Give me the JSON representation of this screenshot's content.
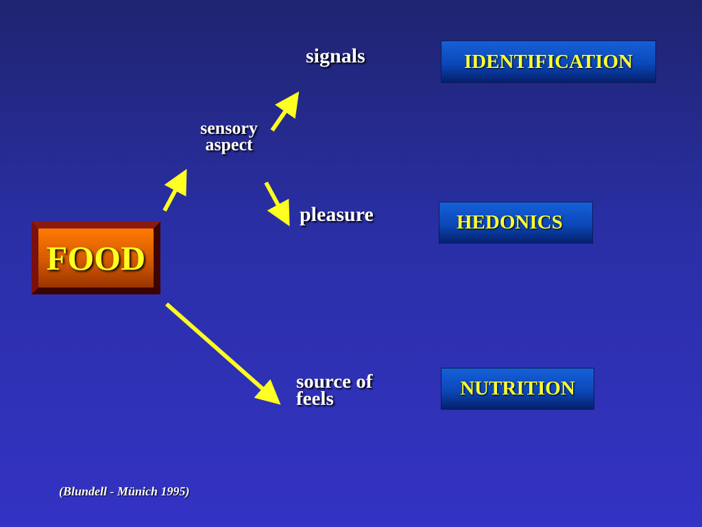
{
  "food": "FOOD",
  "sensory": {
    "line1": "sensory",
    "line2": "aspect"
  },
  "signals": "signals",
  "pleasure": "pleasure",
  "source": {
    "line1": "source of",
    "line2": "feels"
  },
  "boxes": {
    "identification": "IDENTIFICATION",
    "hedonics": "HEDONICS",
    "nutrition": "NUTRITION"
  },
  "citation": "(Blundell - Münich 1995)",
  "colors": {
    "arrow": "#ffff22",
    "box_text": "#ffff33",
    "label": "#ffffff"
  }
}
